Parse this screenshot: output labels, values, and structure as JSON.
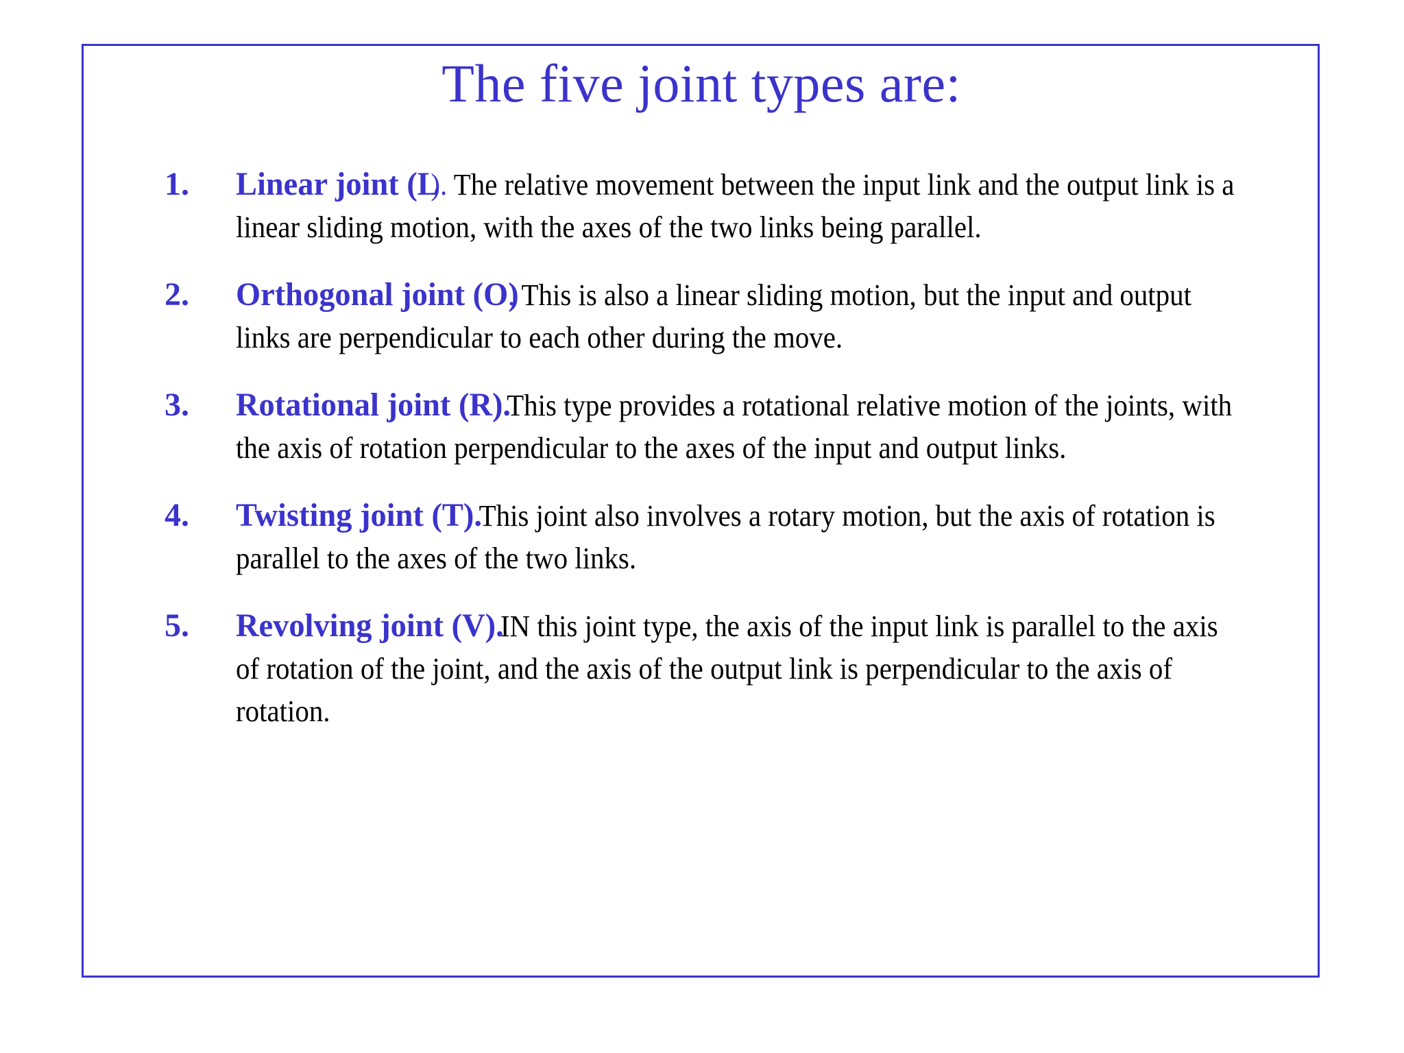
{
  "slide": {
    "title": "The five joint types are:",
    "accent_color": "#3b33cc",
    "text_color": "#000000",
    "background_color": "#ffffff",
    "border_color": "#3b33cc"
  },
  "items": [
    {
      "number": "1.",
      "term": "Linear joint (L",
      "term_tail": ").",
      "description": "The relative movement between the input link and the output link is a linear sliding motion, with the axes of the two links being parallel."
    },
    {
      "number": "2.",
      "term": "Orthogonal joint (O)",
      "term_tail": ".",
      "description": "This is also a linear sliding motion, but the input and output links are perpendicular to each other during the move."
    },
    {
      "number": "3.",
      "term": "Rotational joint (R).",
      "term_tail": "",
      "description": "This type provides a rotational relative motion of the joints, with the axis of rotation perpendicular to the axes of the input and output links."
    },
    {
      "number": "4.",
      "term": "Twisting joint (T).",
      "term_tail": "",
      "description": "This joint also involves a rotary motion, but the axis of rotation is parallel to the axes of the two links."
    },
    {
      "number": "5.",
      "term": "Revolving joint (V).",
      "term_tail": "",
      "description": "IN this joint type, the axis of the input link is parallel to the axis of rotation of the joint, and the axis of the output link is perpendicular to the axis of rotation."
    }
  ]
}
